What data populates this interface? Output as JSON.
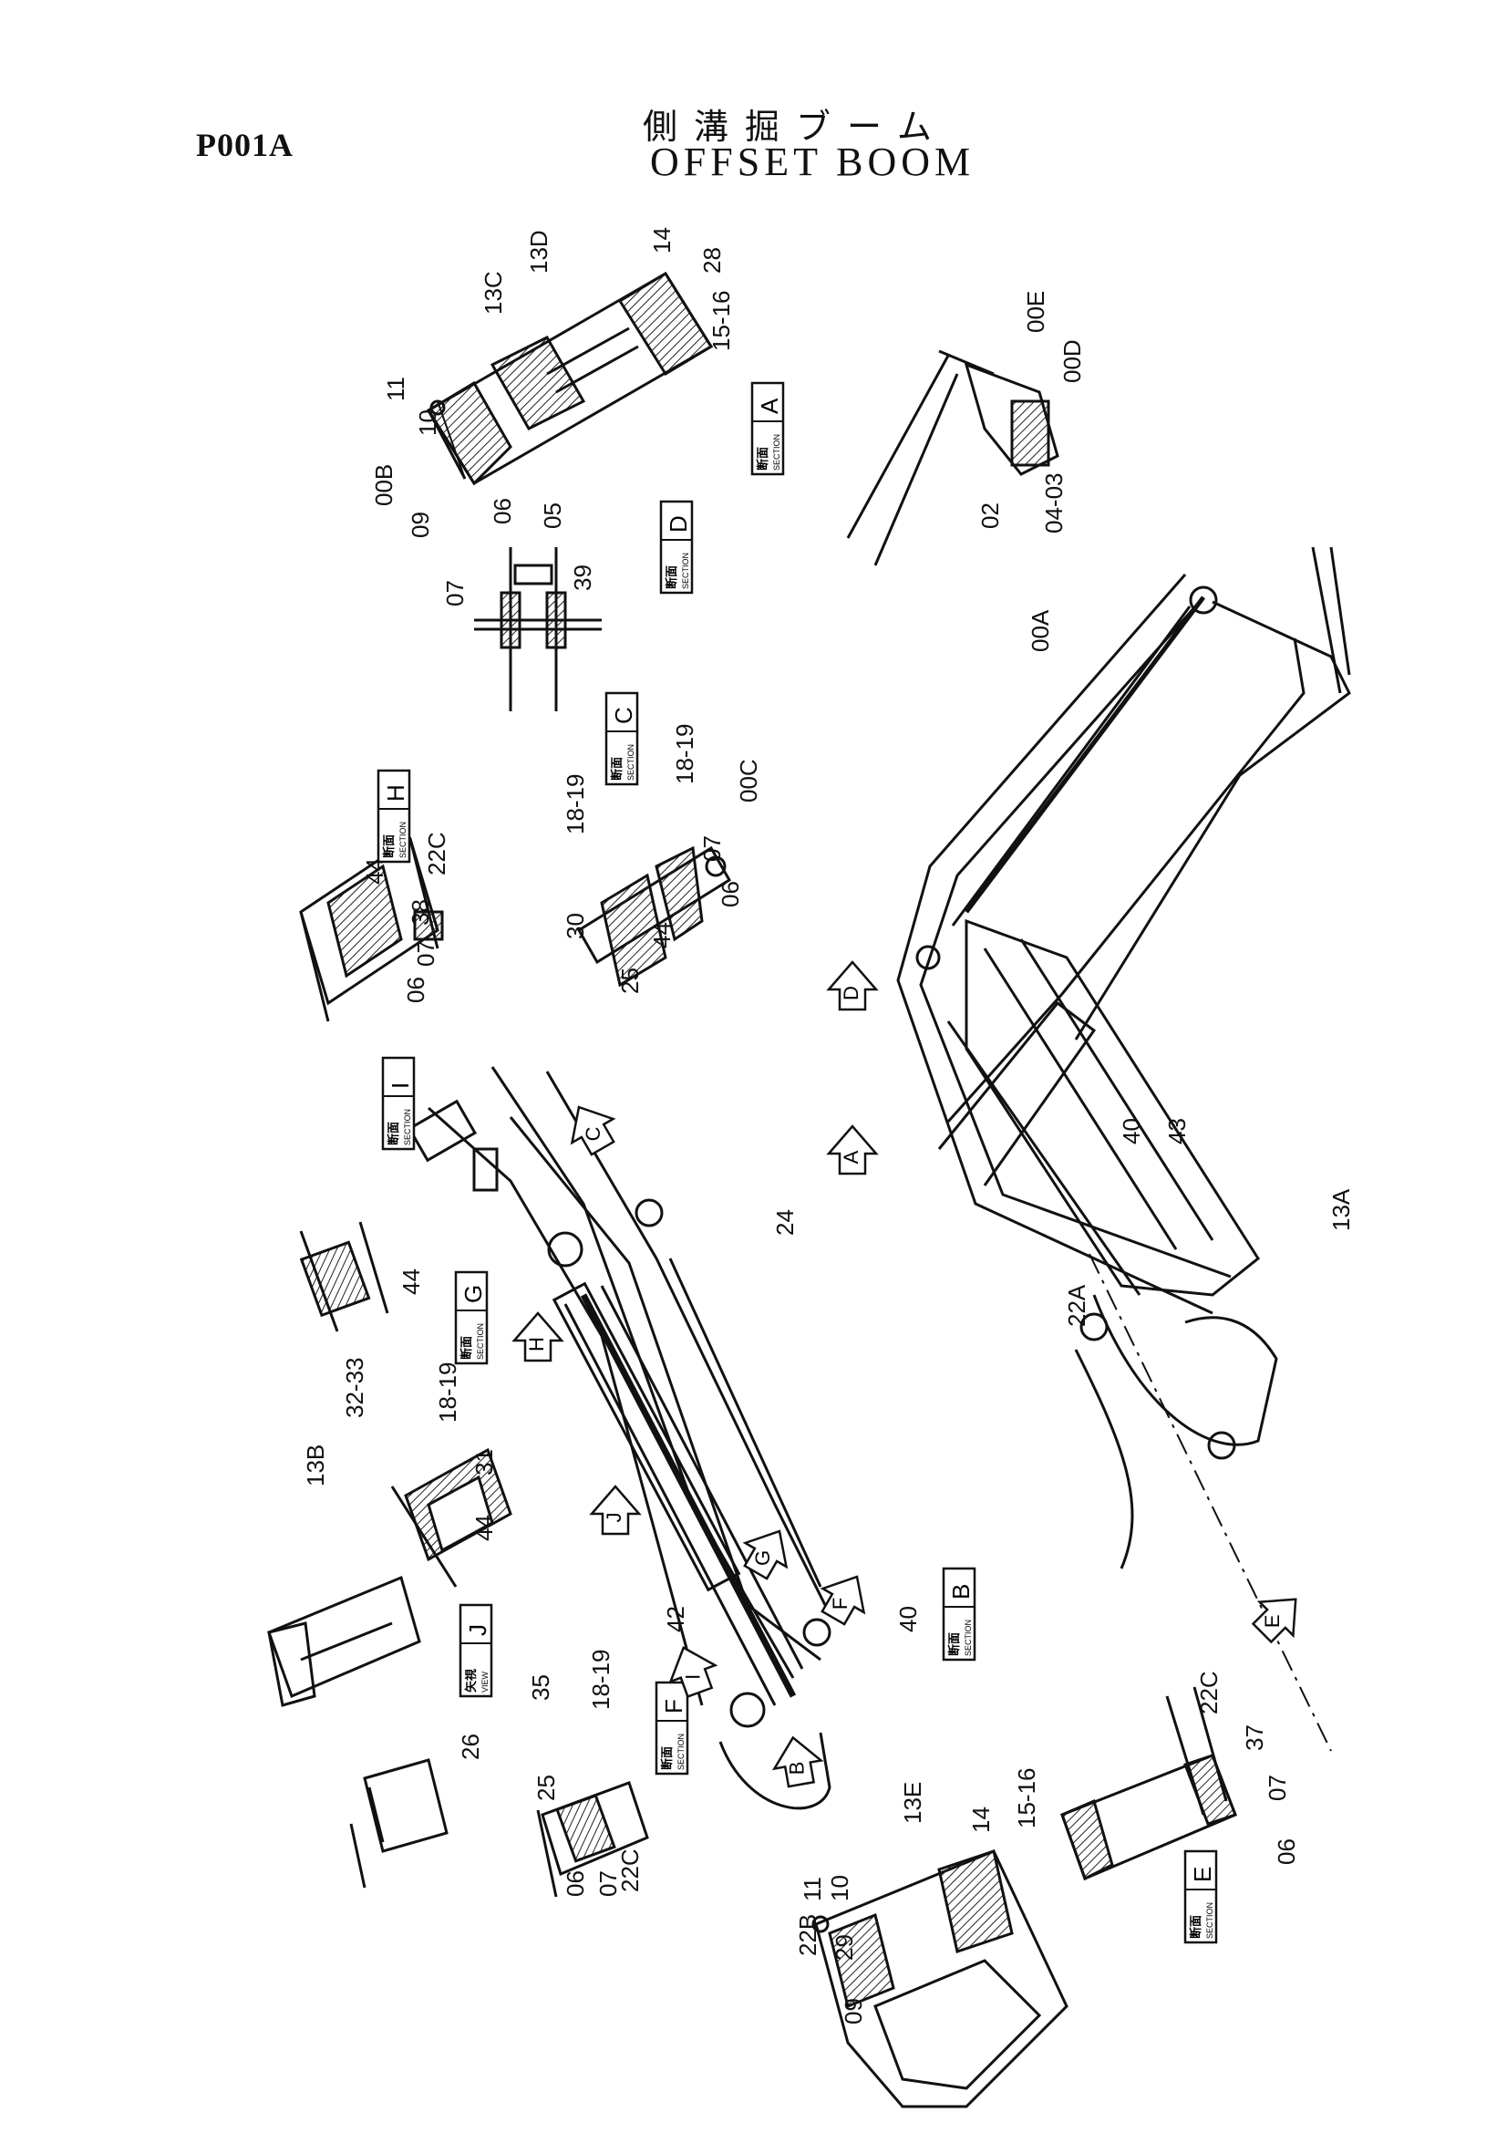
{
  "page_code": "P001A",
  "title_jp": "側溝掘ブーム",
  "title_en": "OFFSET BOOM",
  "section_word": "SECTION",
  "view_word": "VIEW",
  "section_kanji": "断面",
  "view_kanji": "矢視",
  "callouts": {
    "a": [
      "00B",
      "09",
      "10",
      "11",
      "13C",
      "13D",
      "14",
      "28",
      "15-16"
    ],
    "d": [
      "06",
      "05",
      "07",
      "39"
    ],
    "c": [
      "18-19",
      "30",
      "25",
      "44",
      "06",
      "07",
      "00C",
      "18-19"
    ],
    "h": [
      "44",
      "38",
      "22C",
      "07",
      "06"
    ],
    "top": [
      "00E",
      "00D",
      "02",
      "04-03"
    ],
    "main": [
      "00A",
      "40",
      "24",
      "43",
      "13A",
      "22A",
      "42",
      "40"
    ],
    "i": [
      "44"
    ],
    "g": [
      "13B",
      "32-33",
      "18-19",
      "31",
      "44"
    ],
    "j": [
      "26"
    ],
    "f": [
      "35",
      "18-19",
      "25",
      "06",
      "07",
      "22C"
    ],
    "b": [
      "13E",
      "14",
      "15-16",
      "11",
      "10",
      "22B",
      "29",
      "09"
    ],
    "e": [
      "22C",
      "37",
      "07",
      "06"
    ]
  },
  "section_letters": [
    "A",
    "D",
    "C",
    "H",
    "I",
    "G",
    "F",
    "B",
    "E"
  ],
  "view_letters": [
    "J"
  ],
  "arrow_letters": [
    "D",
    "C",
    "A",
    "H",
    "J",
    "G",
    "F",
    "I",
    "B",
    "E"
  ]
}
